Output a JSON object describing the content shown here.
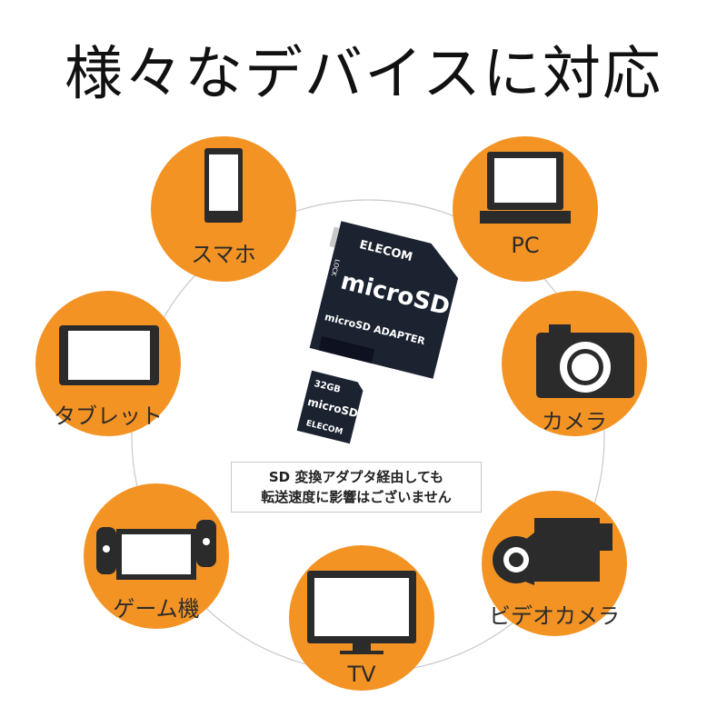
{
  "title": "様々なデバイスに対応",
  "devices": [
    {
      "id": "smartphone",
      "label": "スマホ",
      "icon": "smartphone-icon"
    },
    {
      "id": "pc",
      "label": "PC",
      "icon": "laptop-icon"
    },
    {
      "id": "tablet",
      "label": "タブレット",
      "icon": "tablet-icon"
    },
    {
      "id": "camera",
      "label": "カメラ",
      "icon": "camera-icon"
    },
    {
      "id": "game",
      "label": "ゲーム機",
      "icon": "game-console-icon"
    },
    {
      "id": "videocam",
      "label": "ビデオカメラ",
      "icon": "video-camera-icon"
    },
    {
      "id": "tv",
      "label": "TV",
      "icon": "tv-icon"
    }
  ],
  "note": {
    "line1": "SD 変換アダプタ経由しても",
    "line2": "転送速度に影響はございません"
  },
  "product": {
    "adapter_brand": "ELECOM",
    "adapter_logo": "microSD",
    "adapter_text": "microSD ADAPTER",
    "adapter_lock": "LOCK",
    "card_capacity": "32GB",
    "card_logo": "microSD",
    "card_brand": "ELECOM"
  },
  "colors": {
    "accent": "#F39324",
    "icon": "#2b2b2b",
    "card": "#1b2230"
  }
}
